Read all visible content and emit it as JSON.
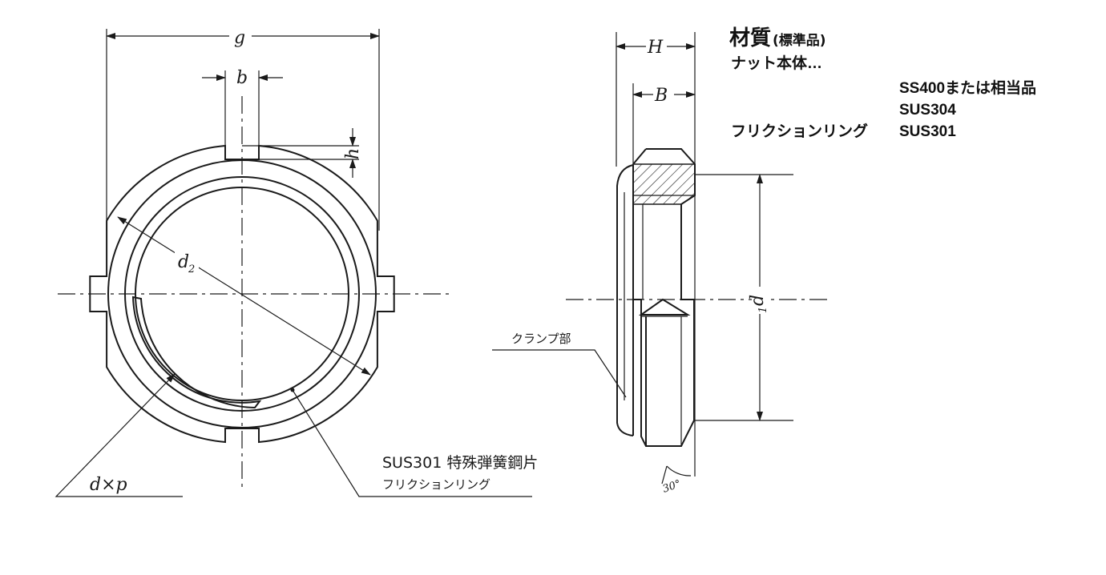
{
  "dimensions": {
    "g": "g",
    "b": "b",
    "h": "h",
    "d2": "d",
    "d2_sub": "2",
    "d1": "d",
    "d1_sub": "1",
    "H": "H",
    "B": "B",
    "d_x_p": "d×p",
    "angle": "30°"
  },
  "labels": {
    "ring_material": "SUS301 特殊弾簧鋼片",
    "ring_name": "フリクションリング",
    "clamp": "クランプ部"
  },
  "materials": {
    "title": "材質",
    "title_note": "(標準品)",
    "rows": [
      {
        "part": "ナット本体…",
        "material": ""
      },
      {
        "part": "",
        "material": "SS400または相当品"
      },
      {
        "part": "",
        "material": "SUS304"
      },
      {
        "part": "フリクションリング",
        "material": "SUS301"
      }
    ]
  }
}
